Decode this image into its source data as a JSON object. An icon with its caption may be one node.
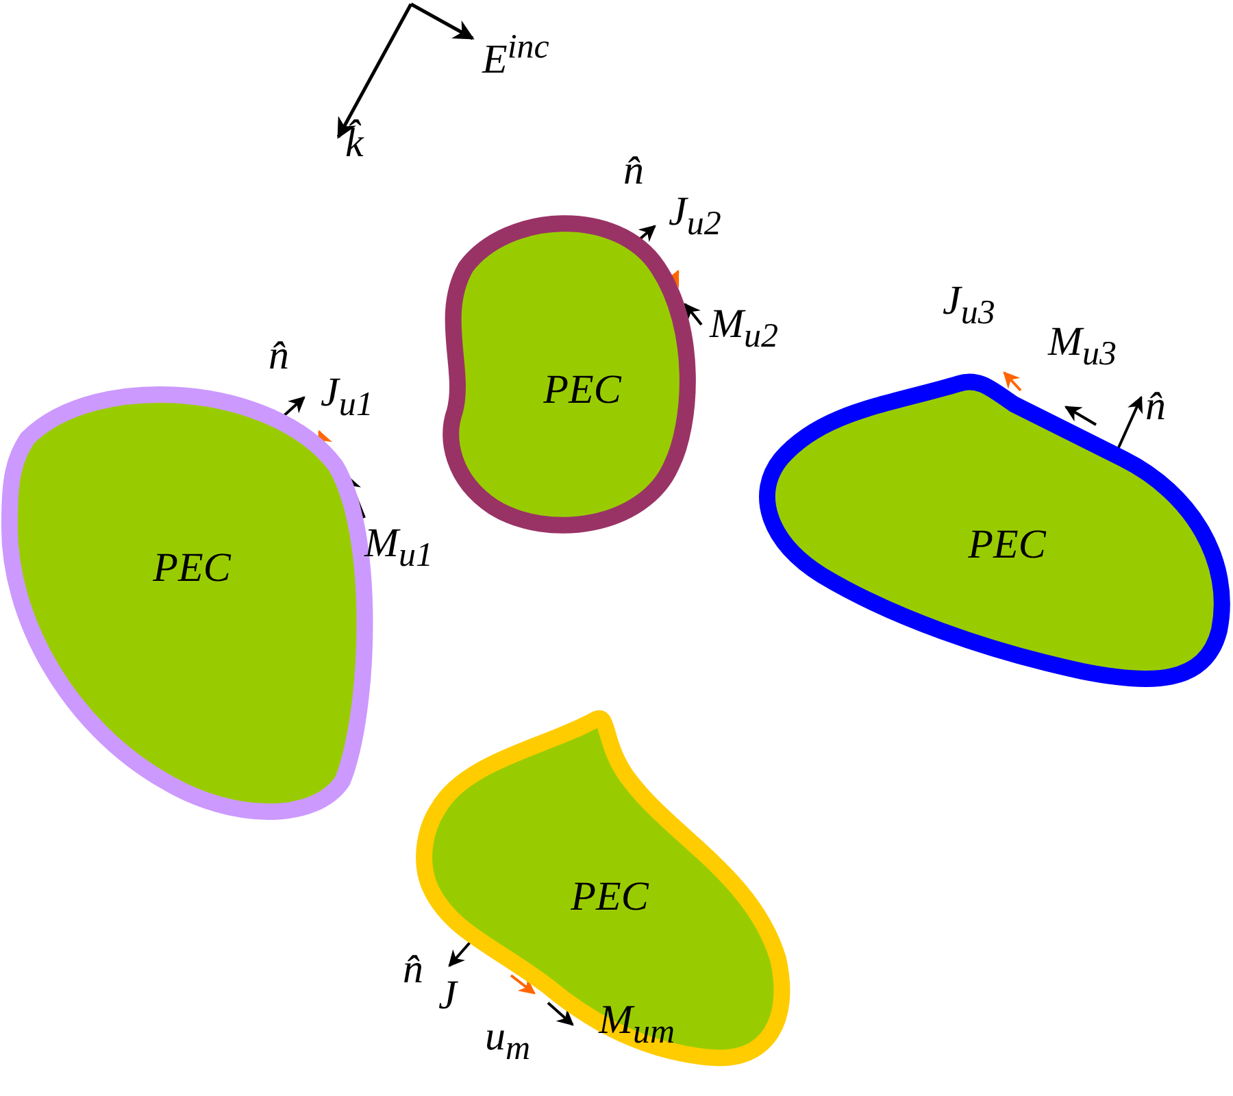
{
  "diagram": {
    "nodes": [
      {
        "text": [
          "PEC"
        ]
      },
      {
        "text": [
          "PEC"
        ]
      },
      {
        "text": [
          "PEC"
        ]
      },
      {
        "text": [
          "PEC"
        ]
      }
    ],
    "labels": [
      "E$^{inc}$",
      "k̂",
      "n̂",
      "J$_{u2}$",
      "M$_{u2}$",
      "J$_{u3}$",
      "M$_{u3}$",
      "n̂",
      "n̂",
      "J$_{u1}$",
      "M$_{u1}$",
      "n̂",
      "J",
      "u$_{m}$",
      "M$_{um}$"
    ]
  }
}
